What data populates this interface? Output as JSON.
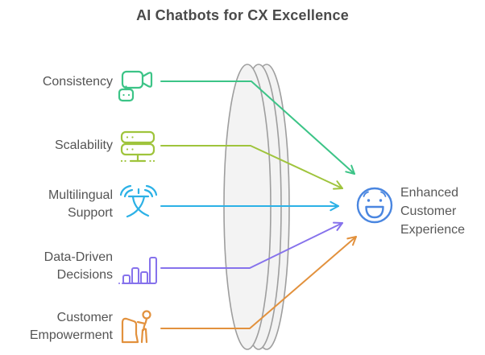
{
  "title": "AI Chatbots for CX Excellence",
  "items": [
    {
      "label": "Consistency",
      "icon": "chatbot-video-icon",
      "color": "#3cc487"
    },
    {
      "label": "Scalability",
      "icon": "server-stack-icon",
      "color": "#9fc43c"
    },
    {
      "label": "Multilingual Support",
      "icon": "translation-icon",
      "color": "#2cb1e6"
    },
    {
      "label": "Data-Driven Decisions",
      "icon": "bar-chart-icon",
      "color": "#8672ec"
    },
    {
      "label": "Customer Empowerment",
      "icon": "kiosk-user-icon",
      "color": "#e2913d"
    }
  ],
  "outcome": {
    "label": "Enhanced Customer Experience",
    "icon": "smiley-face-icon",
    "color": "#4a86e0"
  },
  "lens": {
    "stroke": "#9e9e9e",
    "fill": "#f3f3f3"
  },
  "text_colors": {
    "title": "#4a4a4a",
    "labels": "#545454"
  }
}
